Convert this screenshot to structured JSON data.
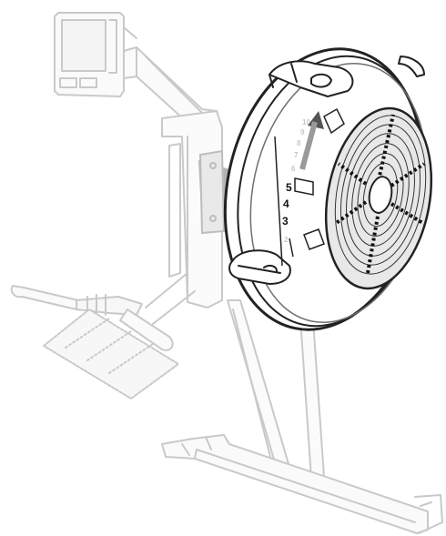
{
  "damper_scale": {
    "labels": [
      {
        "key": "3",
        "text": "3"
      },
      {
        "key": "4",
        "text": "4"
      },
      {
        "key": "5",
        "text": "5"
      }
    ],
    "faded_marks": [
      "2",
      "6",
      "7",
      "8",
      "9",
      "10"
    ],
    "highlight_color": "#555555",
    "ghost_color": "#c8c8c8"
  },
  "monitor_icon": "monitor-icon",
  "arrow_icon": "arrow-up-icon"
}
